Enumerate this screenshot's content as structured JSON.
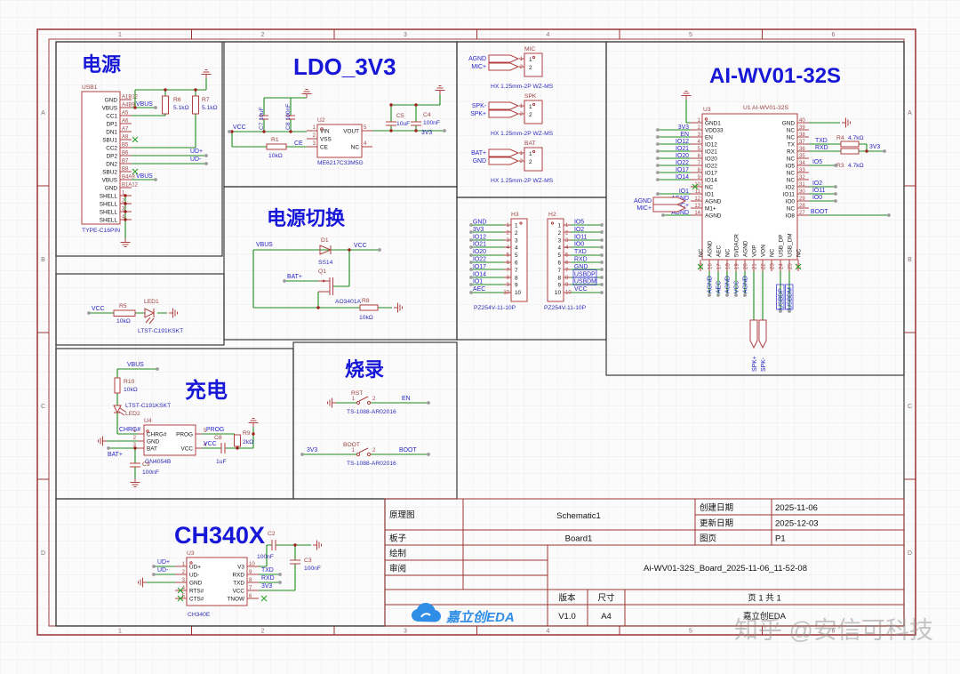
{
  "watermark": "知乎 @安信可科技",
  "frame": {
    "cols": [
      "1",
      "2",
      "3",
      "4",
      "5",
      "6"
    ],
    "rows": [
      "A",
      "B",
      "C",
      "D"
    ]
  },
  "power": {
    "title": "电源",
    "usb_ref": "USB1",
    "usb_fp": "TYPE-C16PIN",
    "pin_names": [
      "GND",
      "VBUS",
      "CC1",
      "DP1",
      "DN1",
      "SBU1",
      "CC2",
      "DP2",
      "DN2",
      "SBU2",
      "VBUS",
      "GND",
      "SHELL",
      "SHELL",
      "SHELL",
      "SHELL"
    ],
    "pin_nums": [
      "A1B12",
      "A4B9",
      "A5",
      "A6",
      "A7",
      "A8",
      "B5",
      "B6",
      "B7",
      "B8",
      "B4A9",
      "B1A12",
      "1",
      "2",
      "3",
      "4"
    ],
    "r6_ref": "R6",
    "r6_val": "5.1kΩ",
    "r7_ref": "R7",
    "r7_val": "5.1kΩ",
    "net_vbus_top": "VBUS",
    "net_vbus_bot": "VBUS",
    "net_udp": "UD+",
    "net_udm": "UD-"
  },
  "pled": {
    "net_vcc": "VCC",
    "r5_ref": "R5",
    "r5_val": "10kΩ",
    "led_ref": "LED1",
    "led_val": "LTST-C191KSKT"
  },
  "ldo": {
    "title": "LDO_3V3",
    "net_vcc": "VCC",
    "c7": "C7 10uF",
    "c8": "C8 100nF",
    "r1_ref": "R1",
    "r1_val": "10kΩ",
    "net_ce": "CE",
    "u2_ref": "U2",
    "u2_val": "ME6217C33M5G",
    "left_names": [
      "VIN",
      "VSS",
      "CE"
    ],
    "left_nums": [
      "1",
      "2",
      "3"
    ],
    "right_names": [
      "VOUT",
      "NC"
    ],
    "right_nums": [
      "5",
      "4"
    ],
    "c5_ref": "C5",
    "c5_val": "10uF",
    "c4_ref": "C4",
    "c4_val": "100nF",
    "net_3v3": "3V3"
  },
  "pswitch": {
    "title": "电源切换",
    "net_vbus": "VBUS",
    "net_vcc": "VCC",
    "net_bat": "BAT+",
    "d1_ref": "D1",
    "d1_val": "SS14",
    "q1_ref": "Q1",
    "q1_val": "AO3401A",
    "r8_ref": "R8",
    "r8_val": "10kΩ"
  },
  "burn": {
    "title": "烧录",
    "p1": "1",
    "p2": "2",
    "rst_ref": "RST",
    "rst_val": "TS-1088-AR02016",
    "net_en": "EN",
    "boot_ref": "BOOT",
    "boot_val": "TS-1088-AR02016",
    "net_3v3": "3V3",
    "net_boot": "BOOT"
  },
  "charge": {
    "title": "充电",
    "net_vbus": "VBUS",
    "r10_ref": "R10",
    "r10_val": "10kΩ",
    "led_val": "LTST-C191KSKT",
    "led_ref": "LED2",
    "net_chrg": "CHRG#",
    "u4_ref": "U4",
    "u4_val": "GN4054B",
    "left_names": [
      "CHRG#",
      "GND",
      "BAT"
    ],
    "left_nums": [
      "1",
      "2",
      "3"
    ],
    "right_names": [
      "PROG",
      "VCC"
    ],
    "right_nums": [
      "5",
      "4"
    ],
    "net_bat": "BAT+",
    "c9_ref": "C9",
    "c9_val": "100nF",
    "net_prog": "PROG",
    "r9_ref": "R9",
    "r9_val": "2kΩ",
    "net_vcc": "VCC",
    "c8_ref": "C8",
    "c8_val": "1uF"
  },
  "conn": {
    "hx": "HX 1.25mm-2P WZ-MS",
    "nums": [
      "1",
      "2"
    ],
    "mic": {
      "ref": "MIC",
      "nets": [
        "AGND",
        "MIC+"
      ]
    },
    "spk": {
      "ref": "SPK",
      "nets": [
        "SPK-",
        "SPK+"
      ]
    },
    "bat": {
      "ref": "BAT",
      "nets": [
        "BAT+",
        "GND"
      ]
    }
  },
  "hdr": {
    "fp": "PZ254V-11-10P",
    "nums": [
      "1",
      "2",
      "3",
      "4",
      "5",
      "6",
      "7",
      "8",
      "9",
      "10"
    ],
    "h3_ref": "H3",
    "h3_nets": [
      "GND",
      "3V3",
      "IO12",
      "IO21",
      "IO20",
      "IO22",
      "IO17",
      "IO14",
      "IO1",
      "AEC"
    ],
    "h2_ref": "H2",
    "h2_nets": [
      "IO5",
      "IO2",
      "IO11",
      "IO0",
      "TXD",
      "RXD",
      "GND",
      "USBDP",
      "USBDM",
      "VCC"
    ]
  },
  "mcu": {
    "title": "AI-WV01-32S",
    "u_ref": "U3",
    "u_val": "U1 AI-WV01-32S",
    "left_nums": [
      "1",
      "2",
      "3",
      "4",
      "5",
      "6",
      "7",
      "8",
      "9",
      "10",
      "11",
      "12",
      "13",
      "14"
    ],
    "left_names": [
      "GND1",
      "VDD33",
      "EN",
      "IO12",
      "IO21",
      "IO20",
      "IO22",
      "IO17",
      "IO14",
      "NC",
      "IO1",
      "AGND",
      "M1+",
      "AGND"
    ],
    "left_nets": [
      "",
      "3V3",
      "EN",
      "IO12",
      "IO21",
      "IO20",
      "IO22",
      "IO17",
      "IO14",
      "",
      "IO1",
      "AGND",
      "MIC+",
      "AGND"
    ],
    "right_nums": [
      "40",
      "39",
      "38",
      "37",
      "36",
      "35",
      "34",
      "33",
      "32",
      "31",
      "30",
      "29",
      "28",
      "27"
    ],
    "right_names": [
      "GND",
      "NC",
      "NC",
      "TX",
      "RX",
      "NC",
      "IO5",
      "NC",
      "NC",
      "IO2",
      "IO11",
      "IO0",
      "NC",
      "IO8"
    ],
    "bot_nums": [
      "15",
      "16",
      "17",
      "18",
      "19",
      "20",
      "21",
      "22",
      "23",
      "24",
      "25",
      "26"
    ],
    "bot_names": [
      "NC",
      "AGND",
      "AEC",
      "NC",
      "5VDACR",
      "AGND",
      "VOP",
      "VON",
      "NC",
      "USB_DP",
      "USB_DM",
      "NC"
    ],
    "bot_nets_a": [
      "",
      "AGND",
      "AEC",
      "AGND",
      "VCC",
      "AGND"
    ],
    "bot_nets_b": [
      "USBDP",
      "USBDM"
    ],
    "flag_nets": [
      "AGND",
      "MIC+"
    ],
    "spk_nets": [
      "SPK+",
      "SPK-"
    ],
    "r4_ref": "R4",
    "r4_val": "4.7kΩ",
    "r3_ref": "R3",
    "r3_val": "4.7kΩ",
    "net_txd": "TXD",
    "net_rxd": "RXD",
    "net_3v3": "3V3",
    "net_io5": "IO5",
    "net_io2": "IO2",
    "net_io11": "IO11",
    "net_io0": "IO0",
    "net_boot": "BOOT"
  },
  "ch340": {
    "title": "CH340X",
    "u_ref": "U3",
    "u_val": "CH340E",
    "left_names": [
      "UD+",
      "UD-",
      "GND",
      "RTS#",
      "CTS#"
    ],
    "left_nums": [
      "1",
      "2",
      "3",
      "4",
      "5"
    ],
    "right_names": [
      "V3",
      "RXD",
      "TXD",
      "VCC",
      "TNOW"
    ],
    "right_nums": [
      "10",
      "9",
      "8",
      "7",
      "6"
    ],
    "net_udp": "UD+",
    "net_udm": "UD-",
    "net_txd": "TXD",
    "net_rxd": "RXD",
    "net_3v3": "3V3",
    "c2_ref": "C2",
    "c2_val": "100nF",
    "c3_ref": "C3",
    "c3_val": "100nF"
  },
  "tb": {
    "schematic_label": "原理图",
    "schematic": "Schematic1",
    "created_label": "创建日期",
    "created": "2025-11-06",
    "updated_label": "更新日期",
    "updated": "2025-12-03",
    "board_label": "板子",
    "board": "Board1",
    "sheet_label": "图页",
    "sheet": "P1",
    "drawn_label": "绘制",
    "reviewed_label": "审阅",
    "doc_title": "Ai-WV01-32S_Board_2025-11-06_11-52-08",
    "version_label": "版本",
    "version": "V1.0",
    "size_label": "尺寸",
    "size": "A4",
    "page_info": "页  1  共  1",
    "brand": "嘉立创EDA",
    "brand_footer": "嘉立创EDA"
  }
}
